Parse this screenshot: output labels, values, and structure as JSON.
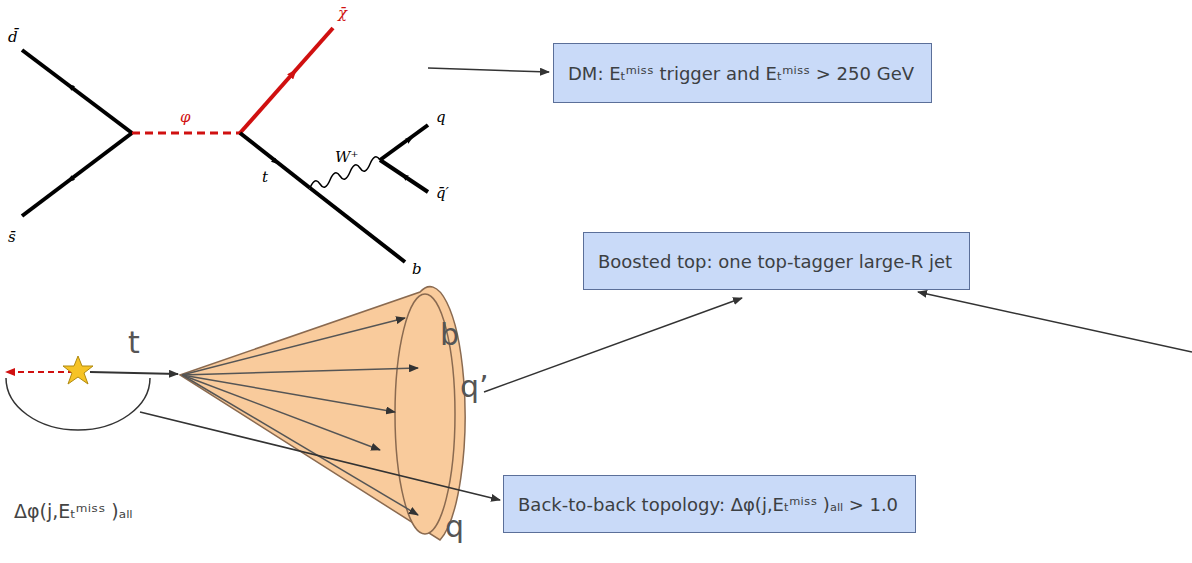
{
  "diagram": {
    "nodes": [
      {
        "text": [
          "DM: Eₜᵐⁱˢˢ trigger  and Eₜᵐⁱˢˢ > 250 GeV"
        ]
      },
      {
        "text": [
          "Boosted top: one top-tagger large-R jet"
        ]
      },
      {
        "text": [
          "Back-to-back topology:  Δφ(j,Eₜᵐⁱˢˢ )ₐₗₗ > 1.0"
        ]
      }
    ],
    "labels": [
      "d̄",
      "s̄",
      "φ",
      "χ̄",
      "t",
      "W⁺",
      "q",
      "q̄′",
      "b",
      "t",
      "b",
      "q’",
      "q",
      "Δφ(j,Eₜᵐⁱˢˢ )ₐₗₗ"
    ]
  }
}
